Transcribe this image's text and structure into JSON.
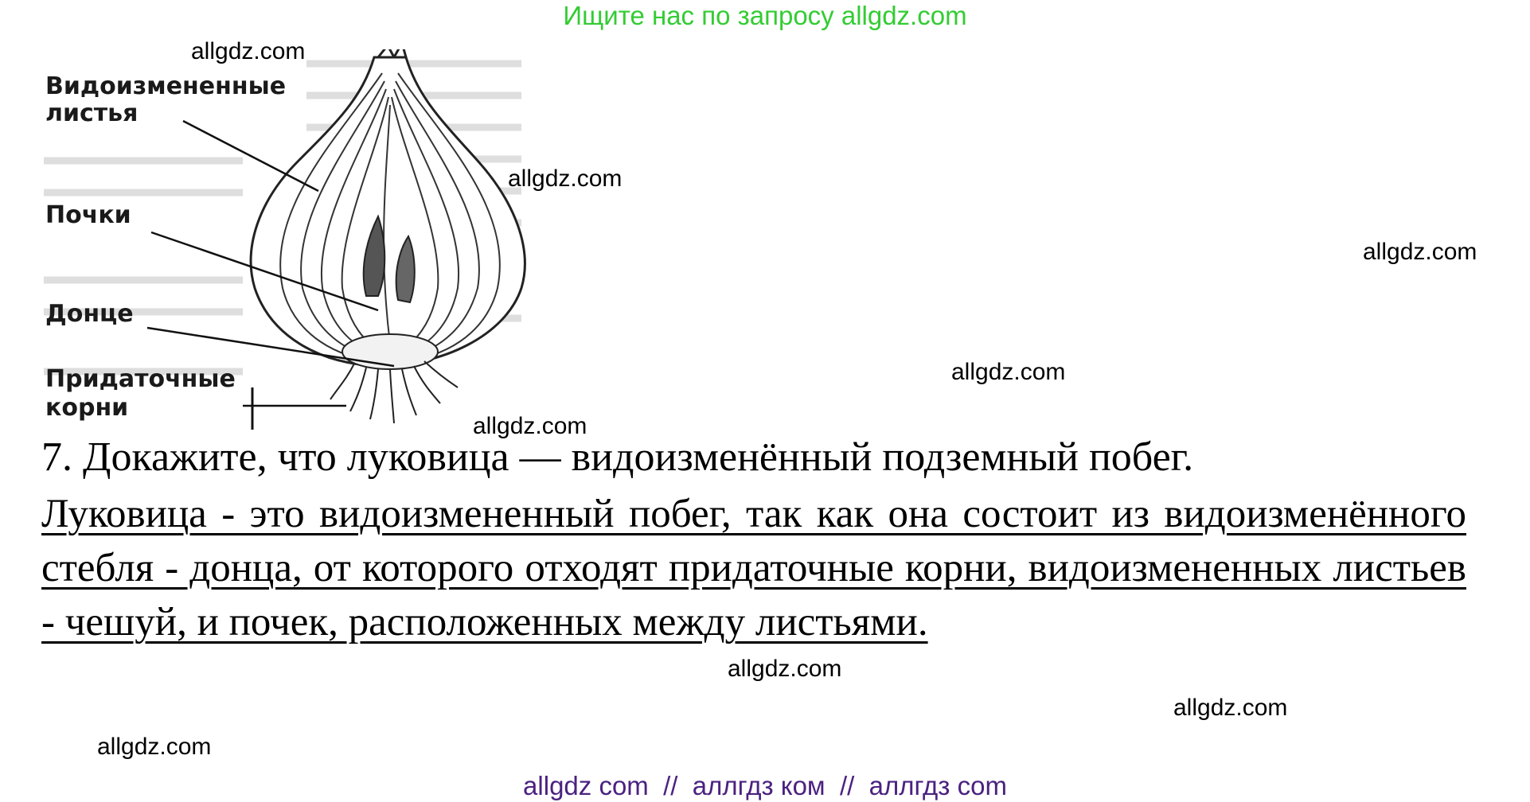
{
  "header": {
    "banner": "Ищите нас по запросу allgdz.com"
  },
  "figure": {
    "labels": {
      "leaves_1": "Видоизмененные",
      "leaves_2": "листья",
      "buds": "Почки",
      "base": "Донце",
      "roots_1": "Придаточные",
      "roots_2": "корни"
    }
  },
  "watermarks": {
    "w1": "allgdz.com",
    "w2": "allgdz.com",
    "w3": "allgdz.com",
    "w4": "allgdz.com",
    "w5": "allgdz.com",
    "w6": "allgdz.com",
    "w7": "allgdz.com",
    "w8": "allgdz.com"
  },
  "content": {
    "question": "7. Докажите, что луковица — видоизменённый подземный побег.",
    "answer": "Луковица - это видоизмененный побег, так как она состоит из видоизменённого стебля - донца, от которого отходят придаточные корни, видоизмененных листьев - чешуй, и почек, расположенных между листьями."
  },
  "footer": {
    "links": "allgdz com  //  аллгдз ком  //  аллгдз com"
  }
}
